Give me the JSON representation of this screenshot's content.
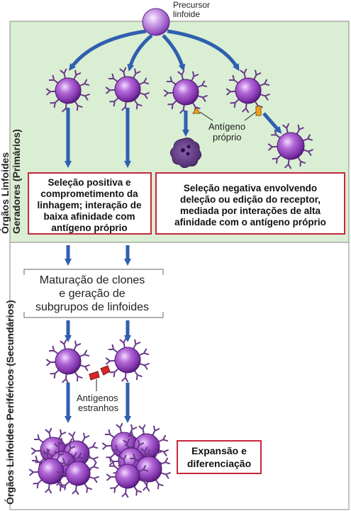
{
  "precursor": {
    "line1": "Precursor",
    "line2": "linfoide"
  },
  "primary_organs": {
    "line1": "Órgãos Linfoides",
    "line2": "Geradores (Primários)"
  },
  "peripheral_organs": {
    "line1": "Órgãos Linfoides Periféricos (Secundários)"
  },
  "self_antigen": {
    "line1": "Antígeno",
    "line2": "próprio"
  },
  "positive_selection": {
    "lines": [
      "Seleção positiva e",
      "comprometimento da",
      "linhagem; interação de",
      "baixa afinidade com",
      "antígeno próprio"
    ]
  },
  "negative_selection": {
    "lines": [
      "Seleção negativa envolvendo",
      "deleção ou edição do receptor,",
      "mediada por interações de alta",
      "afinidade com o antígeno próprio"
    ]
  },
  "maturation": {
    "lines": [
      "Maturação de clones",
      "e geração de",
      "subgrupos de linfoides"
    ]
  },
  "foreign_antigens": {
    "line1": "Antígenos",
    "line2": "estranhos"
  },
  "expansion": {
    "line1": "Expansão e",
    "line2": "diferenciação"
  },
  "colors": {
    "primary_bg": "#d9eed3",
    "border_red": "#c8283c",
    "arrow_blue": "#2f5fb0",
    "cell_purple": "#7b2fa6",
    "antigen_red": "#d8262c",
    "self_antigen_orange": "#f0a020"
  }
}
